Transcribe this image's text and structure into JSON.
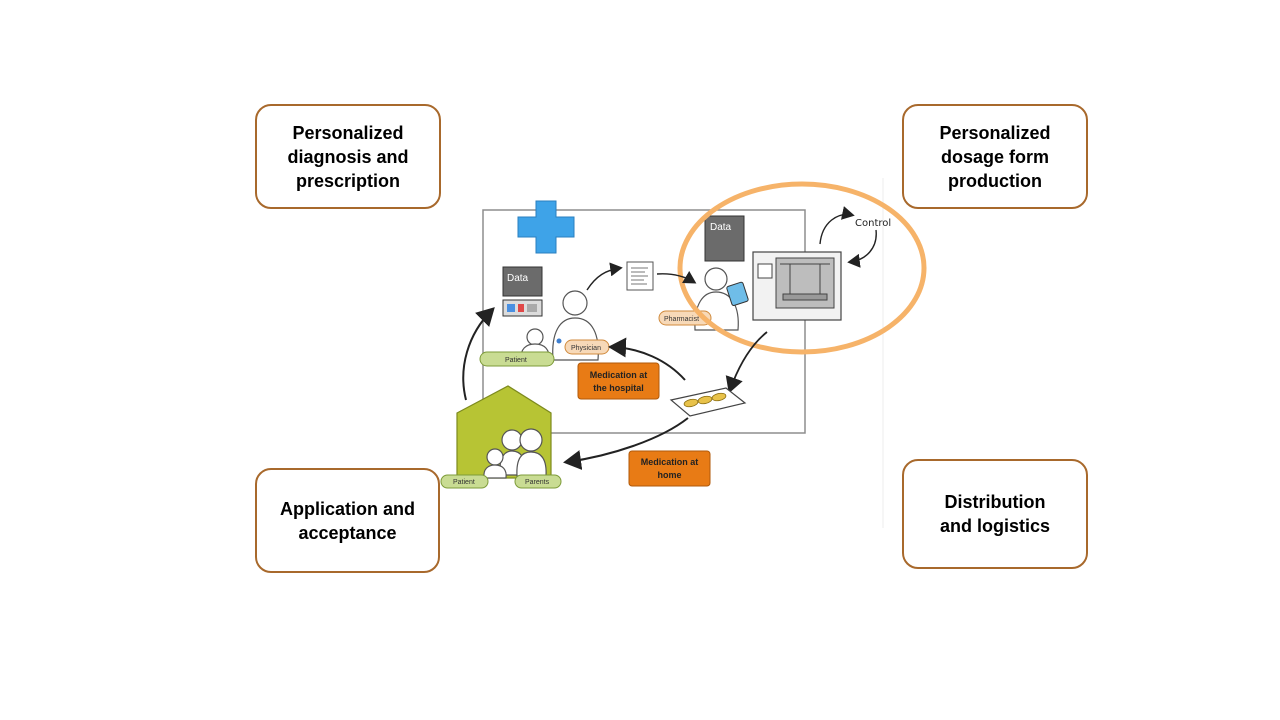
{
  "boxes": {
    "top_left": [
      "Personalized",
      "diagnosis and",
      "prescription"
    ],
    "top_right": [
      "Personalized",
      "dosage form",
      "production"
    ],
    "bottom_left": [
      "Application and",
      "acceptance"
    ],
    "bottom_right": [
      "Distribution",
      "and logistics"
    ]
  },
  "diagram": {
    "data_label_1": "Data",
    "data_label_2": "Data",
    "control_label": "Control",
    "patient_label_1": "Patient",
    "physician_label": "Physician",
    "pharmacist_label": "Pharmacist",
    "patient_label_2": "Patient",
    "parents_label": "Parents",
    "medication_hospital": [
      "Medication at",
      "the hospital"
    ],
    "medication_home": [
      "Medication at",
      "home"
    ]
  },
  "colors": {
    "box_border": "#a8692c",
    "highlight_ring": "#f6b369",
    "cross": "#3ea3e8",
    "house": "#b7c434",
    "label_green": "#c9dc93",
    "label_orange": "#e87b15",
    "data_box": "#6b6b6b"
  }
}
